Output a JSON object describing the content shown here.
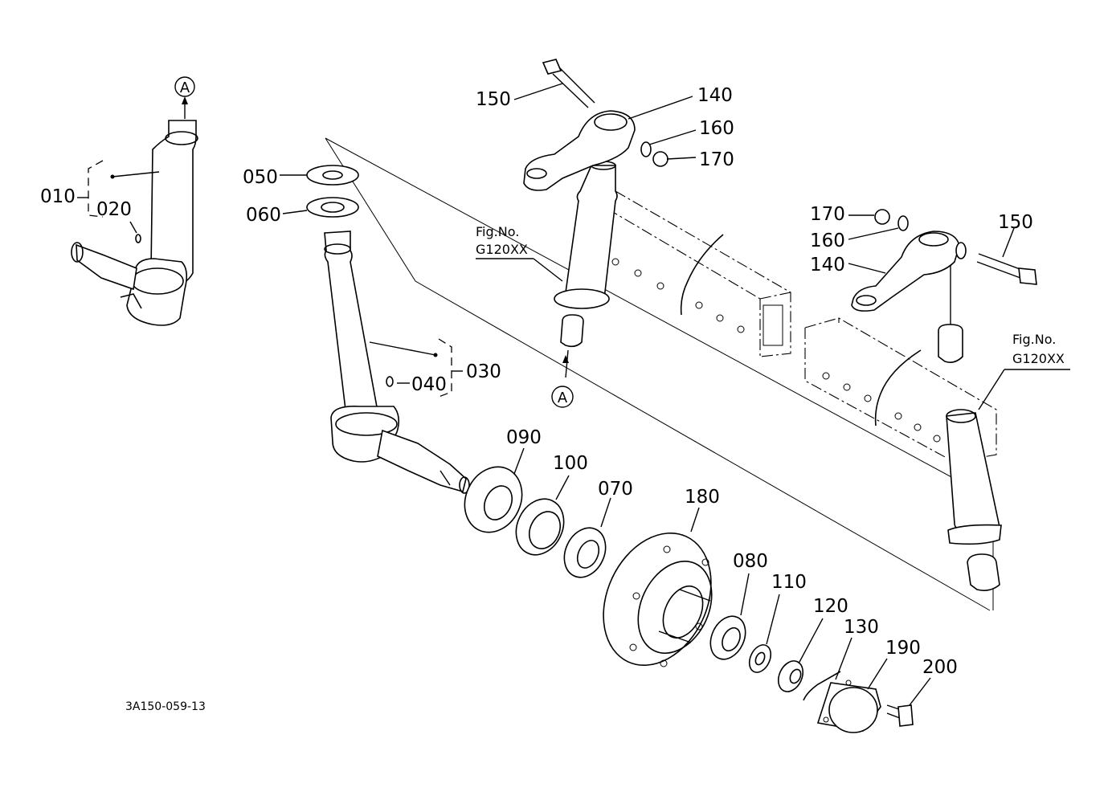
{
  "drawing_code": "3A150-059-13",
  "fig_ref": {
    "line1": "Fig.No.",
    "line2": "G120XX"
  },
  "circle_ref": "A",
  "callouts": {
    "p010": "010",
    "p020": "020",
    "p030": "030",
    "p040": "040",
    "p050": "050",
    "p060": "060",
    "p070": "070",
    "p080": "080",
    "p090": "090",
    "p100": "100",
    "p110": "110",
    "p120": "120",
    "p130": "130",
    "p140": "140",
    "p150": "150",
    "p160": "160",
    "p170": "170",
    "p180": "180",
    "p190": "190",
    "p200": "200"
  }
}
